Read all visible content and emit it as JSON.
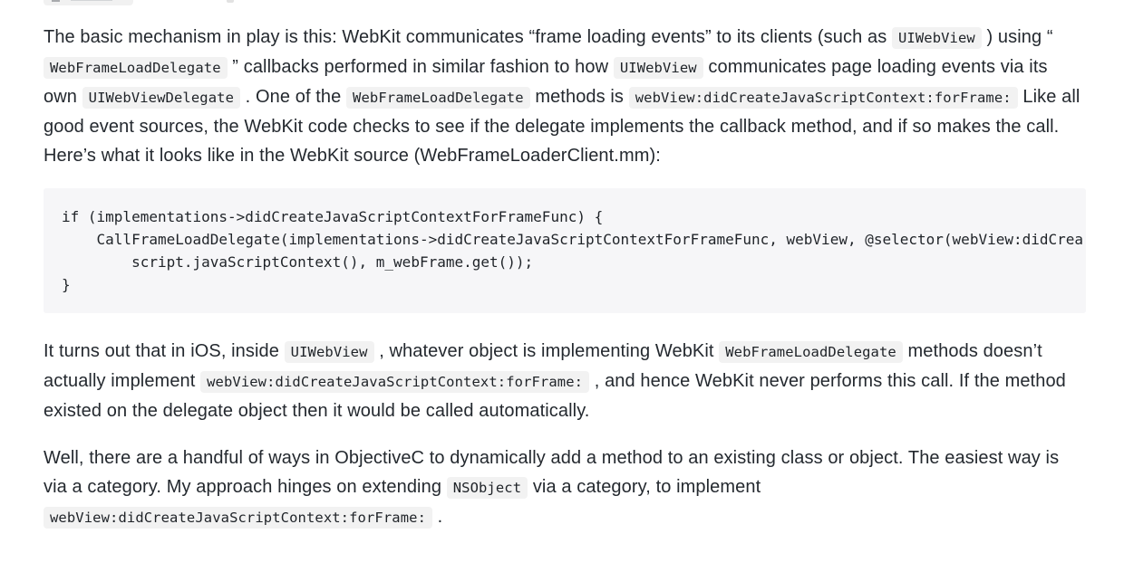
{
  "page": {
    "background": "#ffffff",
    "text_color": "#24292f",
    "inline_code_bg": "#f2f2f2",
    "code_block_bg": "#f6f6f8"
  },
  "article": {
    "paragraphs": [
      {
        "segments": [
          {
            "type": "text",
            "text": "The basic mechanism in play is this: WebKit communicates “frame loading events” to its clients (such as "
          },
          {
            "type": "code",
            "text": "UIWebView"
          },
          {
            "type": "text",
            "text": " ) using “ "
          },
          {
            "type": "code",
            "text": "WebFrameLoadDelegate"
          },
          {
            "type": "text",
            "text": " ” callbacks performed in similar fashion to how "
          },
          {
            "type": "code",
            "text": "UIWebView"
          },
          {
            "type": "text",
            "text": " communicates page loading events via its own "
          },
          {
            "type": "code",
            "text": "UIWebViewDelegate"
          },
          {
            "type": "text",
            "text": " . One of the "
          },
          {
            "type": "code",
            "text": "WebFrameLoadDelegate"
          },
          {
            "type": "text",
            "text": " methods is "
          },
          {
            "type": "code",
            "text": "webView:didCreateJavaScriptContext:forFrame:"
          },
          {
            "type": "text",
            "text": " Like all good event sources, the WebKit code checks to see if the delegate implements the callback method, and if so makes the call. Here’s what it looks like in the WebKit source (WebFrameLoaderClient.mm):"
          }
        ]
      },
      {
        "segments": [
          {
            "type": "text",
            "text": "It turns out that in iOS, inside "
          },
          {
            "type": "code",
            "text": "UIWebView"
          },
          {
            "type": "text",
            "text": " , whatever object is implementing WebKit "
          },
          {
            "type": "code",
            "text": "WebFrameLoadDelegate"
          },
          {
            "type": "text",
            "text": " methods doesn’t actually implement "
          },
          {
            "type": "code",
            "text": "webView:didCreateJavaScriptContext:forFrame:"
          },
          {
            "type": "text",
            "text": " , and hence WebKit never performs this call. If the method existed on the delegate object then it would be called automatically."
          }
        ]
      },
      {
        "segments": [
          {
            "type": "text",
            "text": "Well, there are a handful of ways in ObjectiveC to dynamically add a method to an existing class or object. The easiest way is via a category. My approach hinges on extending "
          },
          {
            "type": "code",
            "text": "NSObject"
          },
          {
            "type": "text",
            "text": " via a category, to implement "
          },
          {
            "type": "code",
            "text": "webView:didCreateJavaScriptContext:forFrame:"
          },
          {
            "type": "text",
            "text": " ."
          }
        ]
      }
    ],
    "code_block": {
      "lines": [
        "if (implementations->didCreateJavaScriptContextForFrameFunc) {",
        "    CallFrameLoadDelegate(implementations->didCreateJavaScriptContextForFrameFunc, webView, @selector(webView:didCrea",
        "        script.javaScriptContext(), m_webFrame.get());",
        "}"
      ]
    }
  }
}
